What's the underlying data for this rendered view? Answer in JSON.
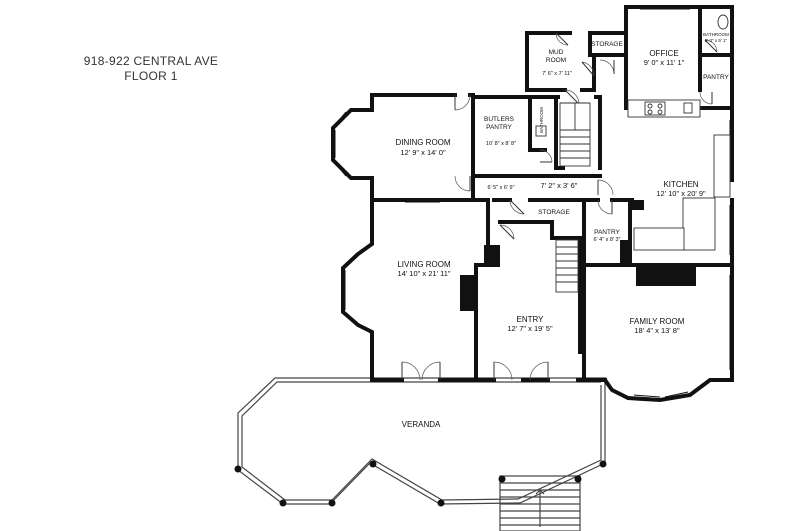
{
  "header": {
    "address": "918-922 CENTRAL AVE",
    "floor": "FLOOR 1"
  },
  "rooms": {
    "mud_room": {
      "name_line1": "MUD",
      "name_line2": "ROOM",
      "dims": "7' 6\" x 7' 11\""
    },
    "storage_top": {
      "name": "STORAGE"
    },
    "office": {
      "name": "OFFICE",
      "dims": "9' 0\" x 11' 1\""
    },
    "bathroom_top": {
      "name": "BATHROOM",
      "dims": "5' 3\" x 5' 1\""
    },
    "pantry_top": {
      "name": "PANTRY"
    },
    "dining_room": {
      "name": "DINING ROOM",
      "dims": "12' 9\" x 14' 0\""
    },
    "butlers_pantry": {
      "name_line1": "BUTLERS",
      "name_line2": "PANTRY",
      "dims": "10' 8\" x 8' 8\""
    },
    "bathroom_small": {
      "name": "BATHROOM"
    },
    "hall_small": {
      "dims": "6' 5\" x 6' 9\""
    },
    "hall_mid": {
      "dims": "7' 2\" x 3' 6\""
    },
    "kitchen": {
      "name": "KITCHEN",
      "dims": "12' 10\" x 20' 9\""
    },
    "storage_mid": {
      "name": "STORAGE"
    },
    "pantry_mid": {
      "name": "PANTRY",
      "dims": "6' 4\" x 8' 3\""
    },
    "living_room": {
      "name": "LIVING ROOM",
      "dims": "14' 10\" x 21' 11\""
    },
    "entry": {
      "name": "ENTRY",
      "dims": "12' 7\" x 19' 5\""
    },
    "family_room": {
      "name": "FAMILY ROOM",
      "dims": "18' 4\" x 13' 8\""
    },
    "veranda": {
      "name": "VERANDA"
    }
  },
  "colors": {
    "wall": "#111111",
    "background": "#ffffff",
    "text": "#111111",
    "header_text": "#333333"
  }
}
